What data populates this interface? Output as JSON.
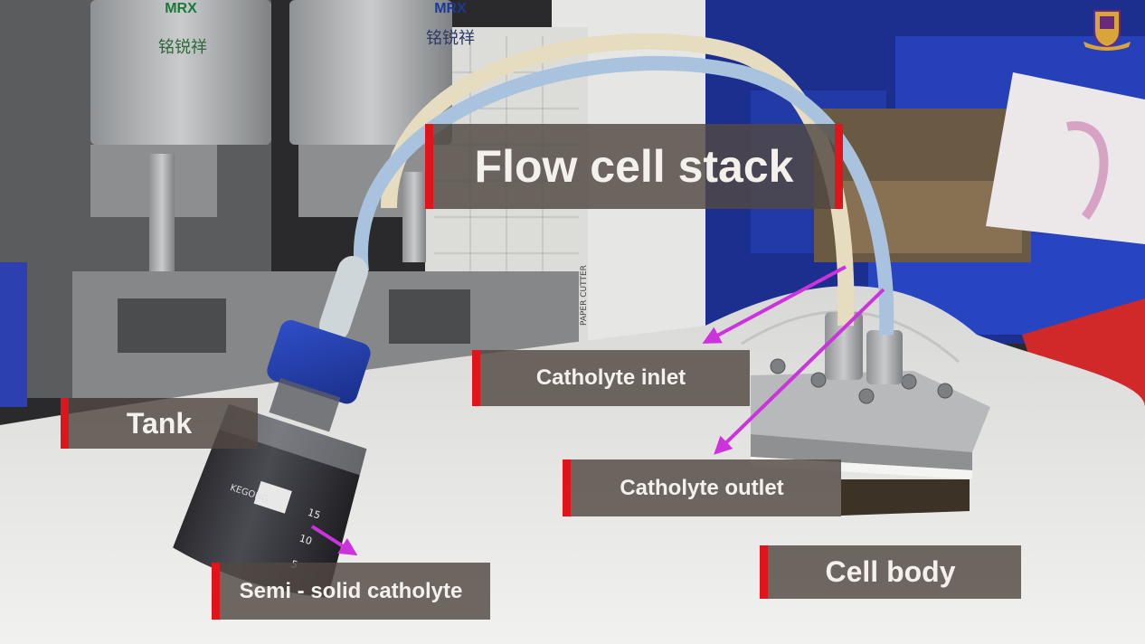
{
  "colors": {
    "accent_bar": "#e0151b",
    "arrow": "#cc33dd",
    "label_bg": "#504842",
    "label_text": "#f4f1ec",
    "logo_gold": "#d9a53a",
    "logo_purple": "#6a2a7a"
  },
  "machine": {
    "brand_left": "MRX",
    "name_left": "铭锐祥",
    "brand_right": "MRX",
    "name_right": "铭锐祥",
    "cutter_text": "PAPER CUTTER"
  },
  "bottle": {
    "brand": "KEGONG",
    "marks": [
      "15",
      "10",
      "5"
    ]
  },
  "labels": {
    "flow_cell_stack": "Flow cell stack",
    "catholyte_inlet": "Catholyte inlet",
    "tank": "Tank",
    "catholyte_outlet": "Catholyte outlet",
    "cell_body": "Cell body",
    "semi_solid_catholyte": "Semi - solid catholyte"
  },
  "logo": {
    "icon": "university-crest-icon"
  }
}
